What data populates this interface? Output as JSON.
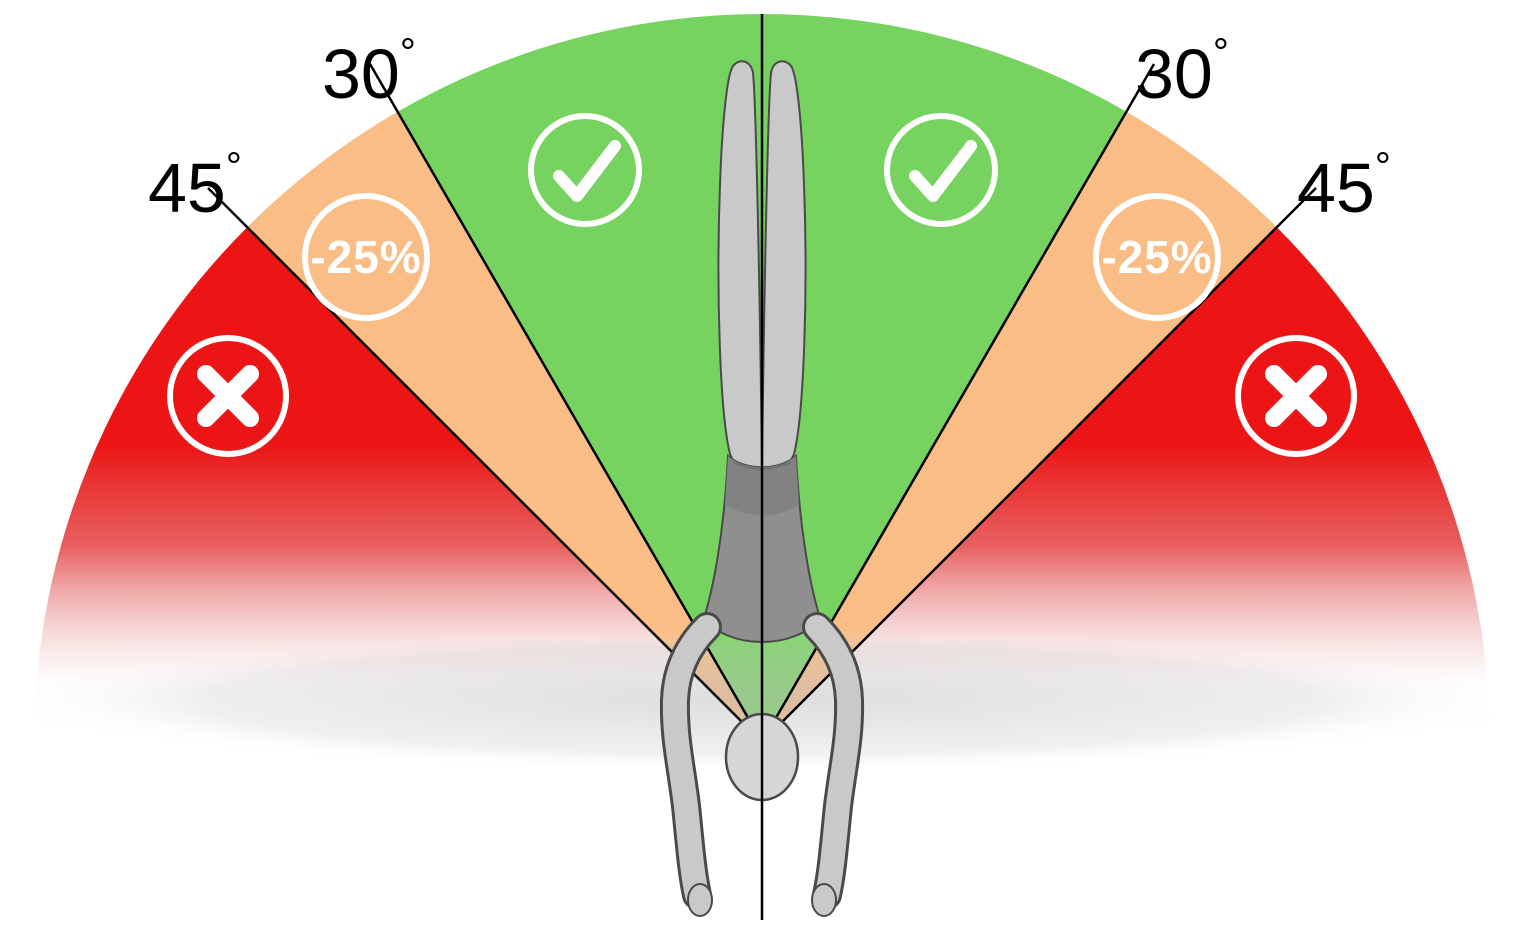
{
  "diagram": {
    "angle_labels": {
      "left_45": "45",
      "left_30": "30",
      "right_30": "30",
      "right_45": "45",
      "degree": "°"
    },
    "badges": {
      "penalty_label": "-25%",
      "check_icon": "check-icon",
      "x_icon": "x-icon"
    },
    "colors": {
      "green": "#77d35f",
      "orange": "#f9bd85",
      "red": "#ec1414",
      "line": "#000000",
      "badge_stroke": "#ffffff",
      "body_light": "#c9c9c9",
      "body_dark": "#8f8f8f"
    }
  }
}
